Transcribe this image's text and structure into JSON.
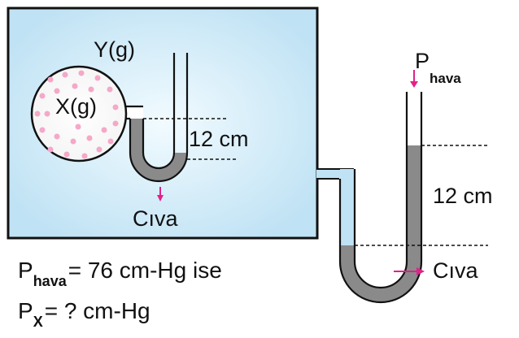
{
  "labels": {
    "gas_y": "Y(g)",
    "gas_x": "X(g)",
    "height_left": "12 cm",
    "height_right": "12 cm",
    "mercury_left": "Cıva",
    "mercury_right": "Cıva",
    "p_air_symbol": "P",
    "p_air_sub": "hava"
  },
  "given": {
    "p_air_symbol": "P",
    "p_air_sub": "hava",
    "p_air_rest": "= 76 cm-Hg ise"
  },
  "question": {
    "px_symbol": "P",
    "px_sub": "X",
    "px_rest": "= ? cm-Hg"
  },
  "colors": {
    "container_fill": "#bfe2f4",
    "container_center": "#f2fbff",
    "outline": "#111111",
    "mercury": "#8a8a8a",
    "mercury_light": "#b5b5b5",
    "arrow": "#e0218a",
    "bubble": "#f5a8c8"
  }
}
